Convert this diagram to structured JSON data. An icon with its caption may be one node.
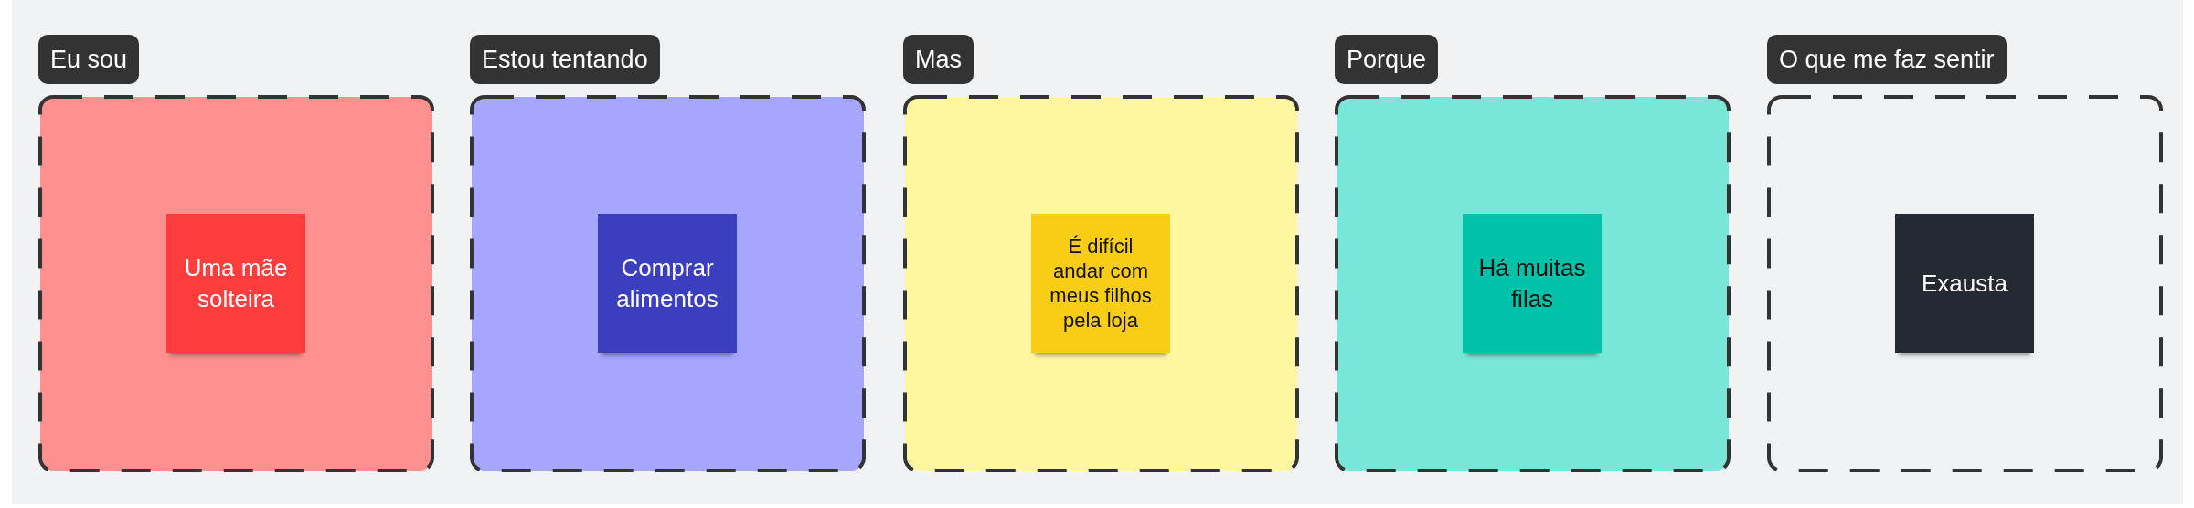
{
  "diagram": {
    "nodes": [
      {
        "text": [
          "Eu sou"
        ]
      },
      {
        "text": [
          "Uma mãe solteira"
        ],
        "in": 0
      },
      {
        "text": [
          "Estou tentando"
        ]
      },
      {
        "text": [
          "Comprar alimentos"
        ],
        "in": 2
      },
      {
        "text": [
          "Mas"
        ]
      },
      {
        "text": [
          "É difícil andar com meus filhos pela loja"
        ],
        "in": 4
      },
      {
        "text": [
          "Porque"
        ]
      },
      {
        "text": [
          "Há muitas filas"
        ],
        "in": 6
      },
      {
        "text": [
          "O que me faz sentir"
        ]
      },
      {
        "text": [
          "Exausta"
        ],
        "in": 8
      }
    ]
  }
}
